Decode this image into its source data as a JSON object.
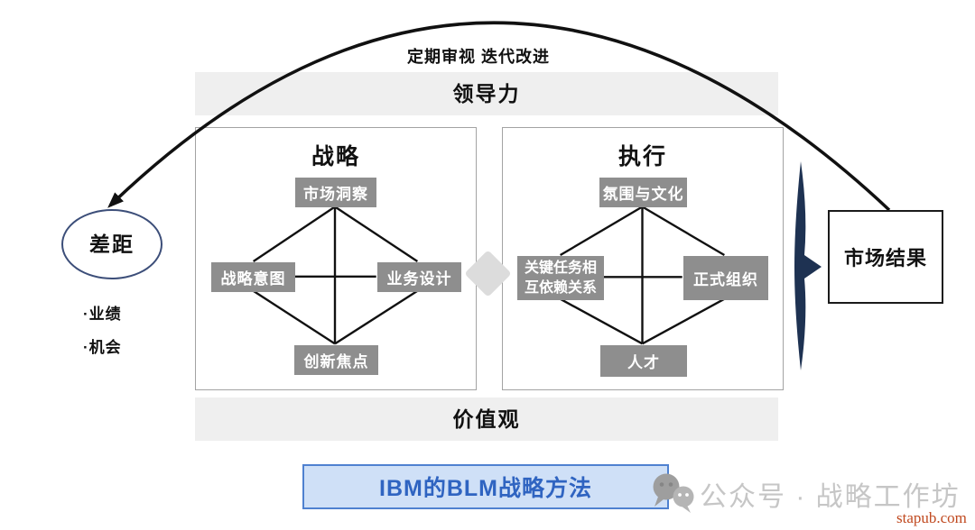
{
  "top_caption": "定期审视 迭代改进",
  "leadership_bar": "领导力",
  "values_bar": "价值观",
  "strategy": {
    "title": "战略",
    "nodes": {
      "top": "市场洞察",
      "left": "战略意图",
      "right": "业务设计",
      "bottom": "创新焦点"
    }
  },
  "execution": {
    "title": "执行",
    "nodes": {
      "top": "氛围与文化",
      "left_line1": "关键任务相",
      "left_line2": "互依赖关系",
      "right": "正式组织",
      "bottom": "人才"
    }
  },
  "gap": {
    "label": "差距",
    "items": [
      "·业绩",
      "·机会"
    ]
  },
  "market_results": "市场结果",
  "footer": {
    "banner": "IBM的BLM战略方法",
    "account": "公众号 · 战略工作坊",
    "watermark": "stapub.com"
  },
  "icons": {
    "wechat": "wechat-bubbles-icon"
  },
  "colors": {
    "node_gray": "#8e8e8e",
    "bar_gray": "#efefef",
    "connector_diamond_gray": "#dcdcdc",
    "navy_arrow": "#1e3252",
    "ellipse_border": "#3c4e79",
    "banner_fill": "#cfe0f7",
    "banner_border": "#4f81d0",
    "banner_text": "#2f64c1",
    "account_text": "#c6c6c6",
    "watermark_red": "#c0491f"
  }
}
